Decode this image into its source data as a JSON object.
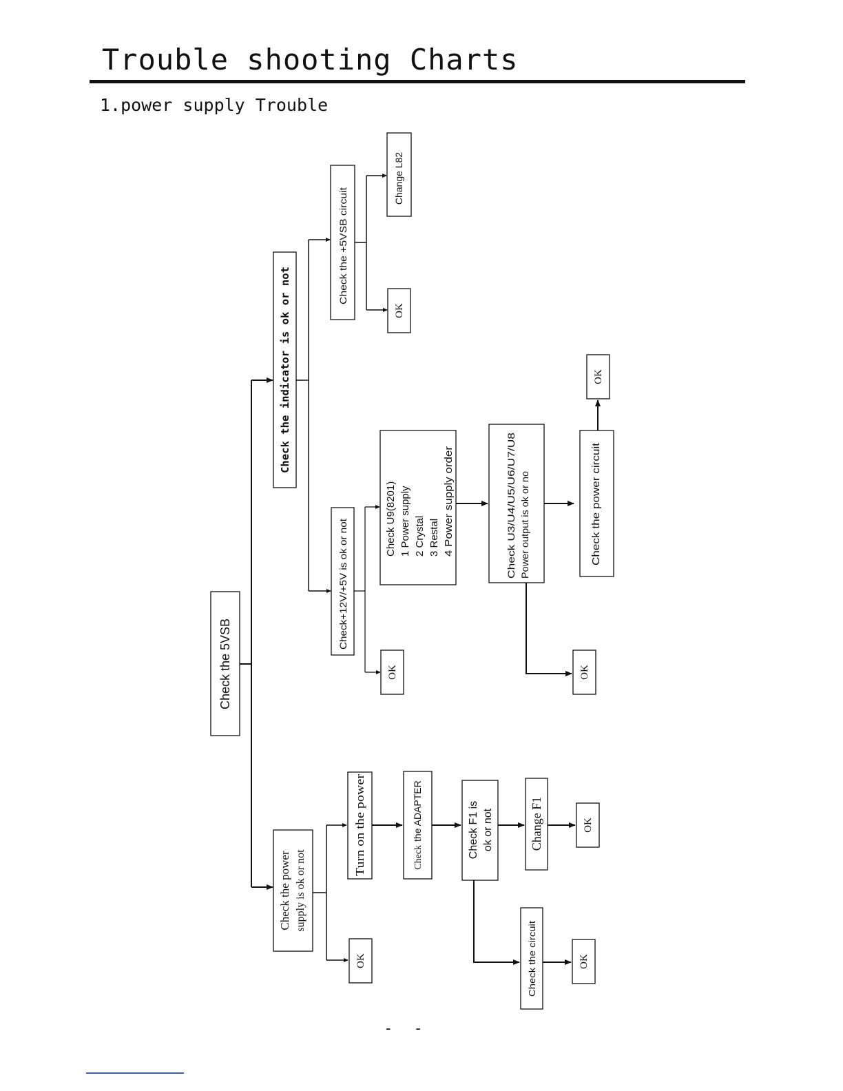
{
  "page": {
    "title": "Trouble shooting Charts",
    "section": "1.power supply Trouble",
    "page_number": "-  -"
  },
  "diagram": {
    "root": "Check the 5VSB",
    "indicator_check": "Check the indicator is ok or not",
    "vsb_circuit": "Check the +5VSB circuit",
    "change_l82": "Change L82",
    "ok_vsb": "OK",
    "check_12v": "Check+12V/+5V is ok or not",
    "ok_12v": "OK",
    "u9_lines": [
      "Check U9(8201)",
      "1 Power supply",
      "2 Crystal",
      "3 Restal",
      "4 Power supply order"
    ],
    "u3_lines": [
      "Check U3/U4/U5/U6/U7/U8",
      "Power output is ok or no"
    ],
    "ok_u3": "OK",
    "power_circuit": "Check the power circuit",
    "ok_power_circuit": "OK",
    "power_supply_lines": [
      "Check the power",
      "supply is ok or not"
    ],
    "ok_supply": "OK",
    "turn_on": "Turn on the power",
    "check_adapter_prefix": "Check",
    "check_adapter_rest": "the ADAPTER",
    "f1_lines": [
      "Check F1 is",
      "ok or not"
    ],
    "change_f1": "Change F1",
    "ok_f1": "OK",
    "check_circuit": "Check the circuit",
    "ok_circuit": "OK"
  }
}
